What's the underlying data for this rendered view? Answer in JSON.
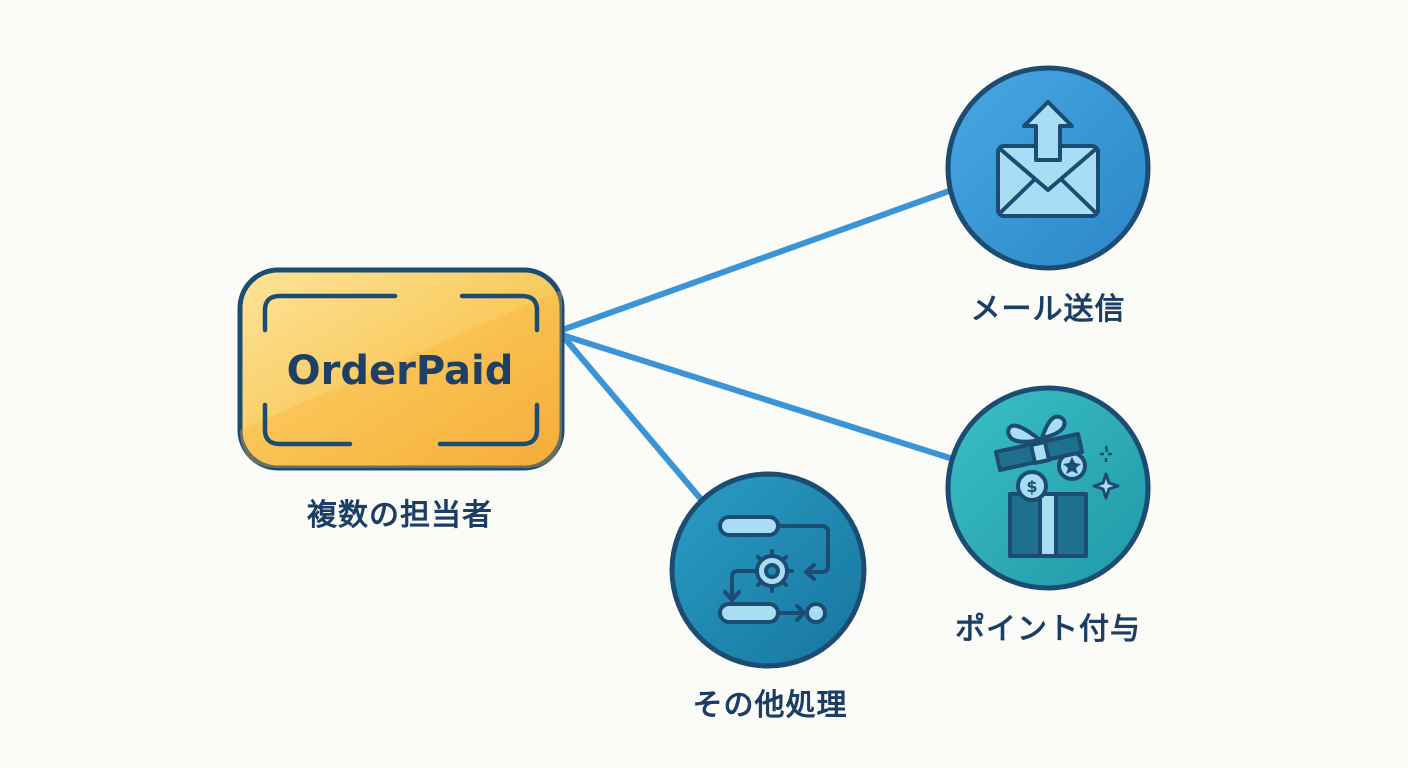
{
  "event": {
    "title": "OrderPaid",
    "caption": "複数の担当者"
  },
  "handlers": [
    {
      "label": "メール送信",
      "icon": "mail-send-icon"
    },
    {
      "label": "ポイント付与",
      "icon": "gift-points-icon"
    },
    {
      "label": "その他処理",
      "icon": "process-flow-icon"
    }
  ],
  "colors": {
    "edge": "#3a94d6",
    "outline": "#1c4c72",
    "event_fill_top": "#fcd978",
    "event_fill_bottom": "#f8b944",
    "mail_fill": "#3b9ad9",
    "gift_fill": "#2fb0ba",
    "process_fill": "#1f8ab4",
    "text": "#1c3d66"
  }
}
